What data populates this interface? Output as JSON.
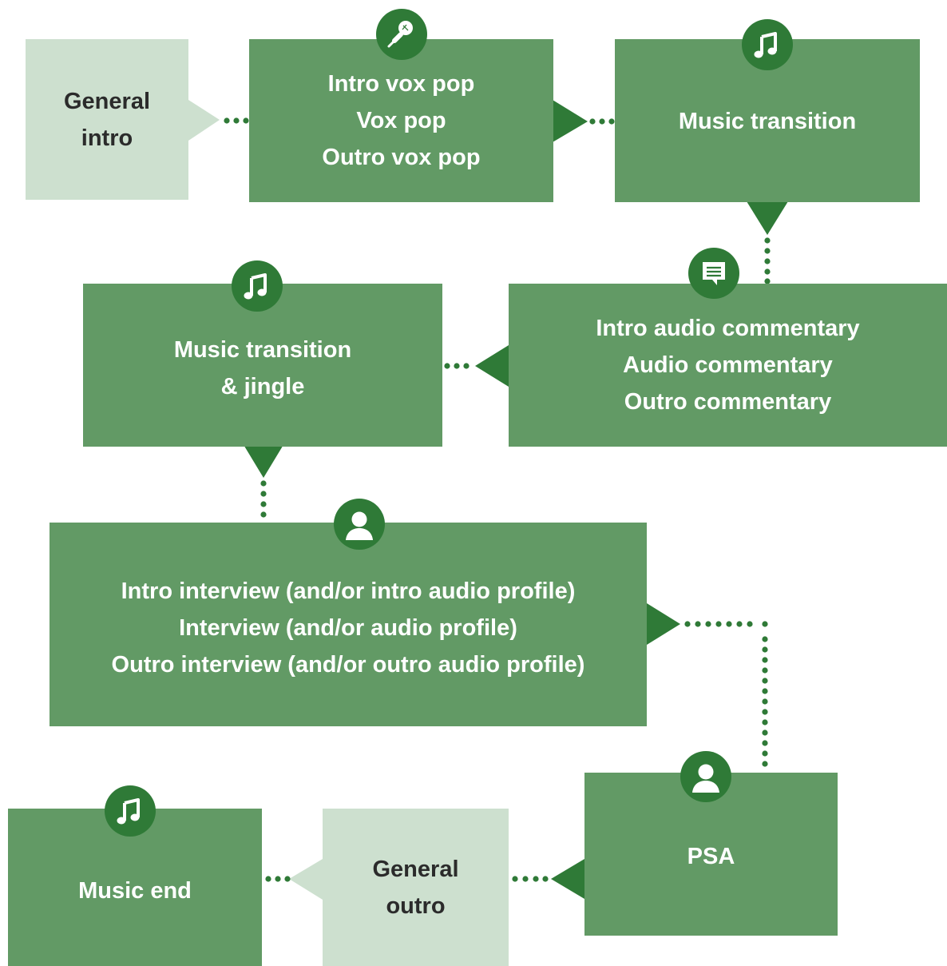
{
  "colors": {
    "box_dark": "#629a65",
    "box_light": "#cde0cf",
    "accent": "#2f7a37",
    "text_dark": "#2b2b2b",
    "text_light": "#ffffff"
  },
  "nodes": {
    "general_intro": {
      "lines": [
        "General",
        "intro"
      ]
    },
    "vox_pop": {
      "icon": "microphone-icon",
      "lines": [
        "Intro vox pop",
        "Vox pop",
        "Outro vox pop"
      ]
    },
    "music_transition_1": {
      "icon": "music-note-icon",
      "lines": [
        "Music transition"
      ]
    },
    "audio_commentary": {
      "icon": "speech-bubble-icon",
      "lines": [
        "Intro audio commentary",
        "Audio commentary",
        "Outro commentary"
      ]
    },
    "music_transition_2": {
      "icon": "music-note-icon",
      "lines": [
        "Music transition",
        "& jingle"
      ]
    },
    "interview": {
      "icon": "person-icon",
      "lines": [
        "Intro interview (and/or intro audio profile)",
        "Interview (and/or audio profile)",
        "Outro interview (and/or outro audio profile)"
      ]
    },
    "psa": {
      "icon": "person-icon",
      "lines": [
        "PSA"
      ]
    },
    "general_outro": {
      "lines": [
        "General",
        "outro"
      ]
    },
    "music_end": {
      "icon": "music-note-icon",
      "lines": [
        "Music end"
      ]
    }
  }
}
